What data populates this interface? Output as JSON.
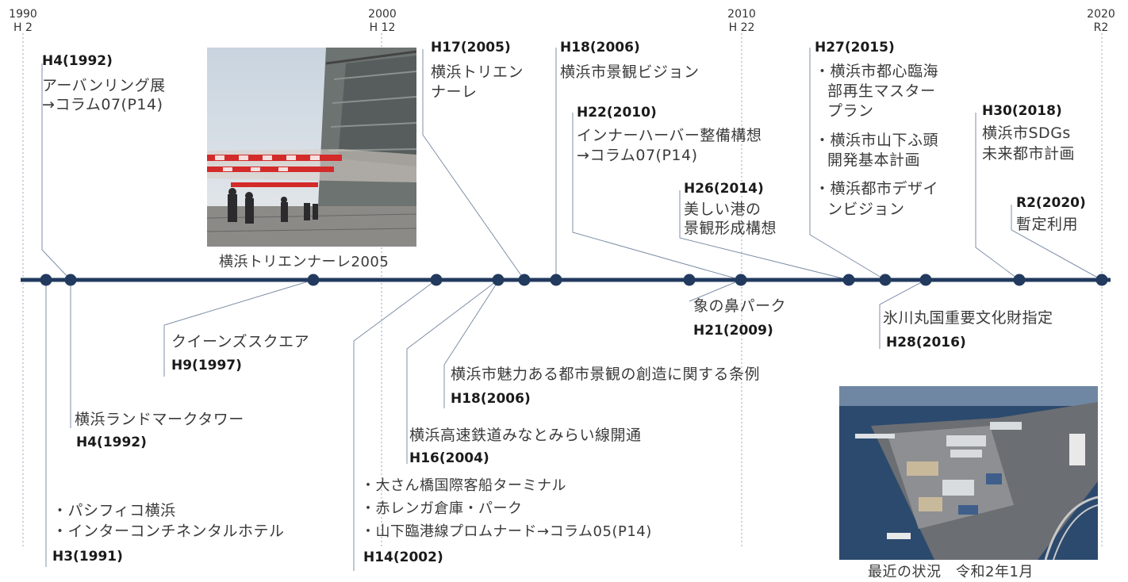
{
  "years": [
    {
      "year": "1990",
      "era": "H 2"
    },
    {
      "year": "2000",
      "era": "H 12"
    },
    {
      "year": "2010",
      "era": "H 22"
    },
    {
      "year": "2020",
      "era": "R2"
    }
  ],
  "events_top": [
    {
      "id": "h4-urbanring",
      "date": "H4(1992)",
      "lines": [
        "アーバンリング展",
        "→コラム07(P14)"
      ]
    },
    {
      "id": "h17-triennale",
      "date": "H17(2005)",
      "lines": [
        "横浜トリエン",
        "ナーレ"
      ]
    },
    {
      "id": "h18-vision",
      "date": "H18(2006)",
      "lines": [
        "横浜市景観ビジョン"
      ]
    },
    {
      "id": "h22-innerharbor",
      "date": "H22(2010)",
      "lines": [
        "インナーハーバー整備構想",
        "→コラム07(P14)"
      ]
    },
    {
      "id": "h26-port",
      "date": "H26(2014)",
      "lines": [
        "美しい港の",
        "景観形成構想"
      ]
    },
    {
      "id": "h27-plans",
      "date": "H27(2015)",
      "lines": [
        "・横浜市都心臨海",
        "部再生マスター",
        "プラン",
        "・横浜市山下ふ頭",
        "開発基本計画",
        "・横浜都市デザイ",
        "ンビジョン"
      ]
    },
    {
      "id": "h30-sdgs",
      "date": "H30(2018)",
      "lines": [
        "横浜市SDGs",
        "未来都市計画"
      ]
    },
    {
      "id": "r2-interim",
      "date": "R2(2020)",
      "lines": [
        "暫定利用"
      ]
    }
  ],
  "events_bottom": [
    {
      "id": "h21-zounohana",
      "date": "H21(2009)",
      "lines": [
        "象の鼻パーク"
      ]
    },
    {
      "id": "h28-hikawamaru",
      "date": "H28(2016)",
      "lines": [
        "氷川丸国重要文化財指定"
      ]
    },
    {
      "id": "h9-queens",
      "date": "H9(1997)",
      "lines": [
        "クイーンズスクエア"
      ]
    },
    {
      "id": "h18-ordinance",
      "date": "H18(2006)",
      "lines": [
        "横浜市魅力ある都市景観の創造に関する条例"
      ]
    },
    {
      "id": "h16-minatomirai",
      "date": "H16(2004)",
      "lines": [
        "横浜高速鉄道みなとみらい線開通"
      ]
    },
    {
      "id": "h4-landmark",
      "date": "H4(1992)",
      "lines": [
        "横浜ランドマークタワー"
      ]
    },
    {
      "id": "h14-osanbashi",
      "date": "H14(2002)",
      "lines": [
        "・大さん橋国際客船ターミナル",
        "・赤レンガ倉庫・パーク",
        "・山下臨港線プロムナード→コラム05(P14)"
      ]
    },
    {
      "id": "h3-pacifico",
      "date": "H3(1991)",
      "lines": [
        "・パシフィコ横浜",
        "・インターコンチネンタルホテル"
      ]
    }
  ],
  "photos": {
    "triennale_caption": "横浜トリエンナーレ2005",
    "recent_caption": "最近の状況　令和2年1月"
  },
  "colors": {
    "timeline": "#223a5e",
    "leader": "#7f8fa8",
    "dashed": "#9aa6c0"
  }
}
